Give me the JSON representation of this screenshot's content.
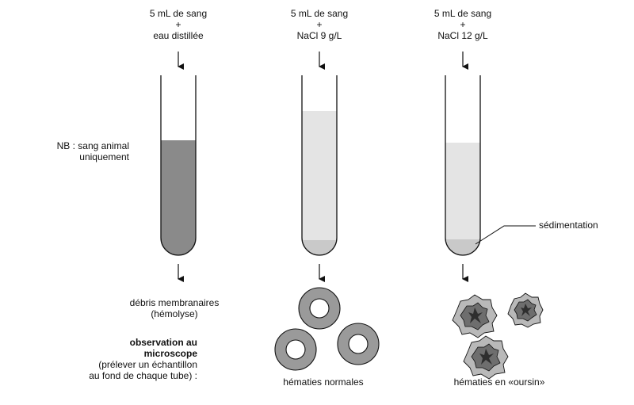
{
  "tubes": [
    {
      "label_lines": [
        "5 mL de sang",
        "+",
        "eau distillée"
      ],
      "result_lines": [
        "débris membranaires",
        "(hémolyse)"
      ]
    },
    {
      "label_lines": [
        "5 mL de sang",
        "+",
        "NaCl 9 g/L"
      ],
      "result_lines": [
        "hématies normales"
      ]
    },
    {
      "label_lines": [
        "5 mL de sang",
        "+",
        "NaCl 12 g/L"
      ],
      "result_lines": [
        "hématies en «oursin»"
      ]
    }
  ],
  "note_lines": [
    "NB : sang animal",
    "uniquement"
  ],
  "sedimentation_label": "sédimentation",
  "observation": {
    "title_lines": [
      "observation au",
      "microscope"
    ],
    "detail_lines": [
      "(prélever un échantillon",
      "au fond de chaque tube) :"
    ]
  },
  "colors": {
    "ink": "#111111",
    "blood_fill": "#8a8a8a",
    "pale_fill": "#e4e4e4",
    "sediment_fill": "#c9c9c9",
    "cell_ring": "#9a9a9a",
    "crenated_outer": "#b9b9b9",
    "crenated_inner": "#6e6e6e",
    "crenated_core": "#2e2e2e"
  }
}
